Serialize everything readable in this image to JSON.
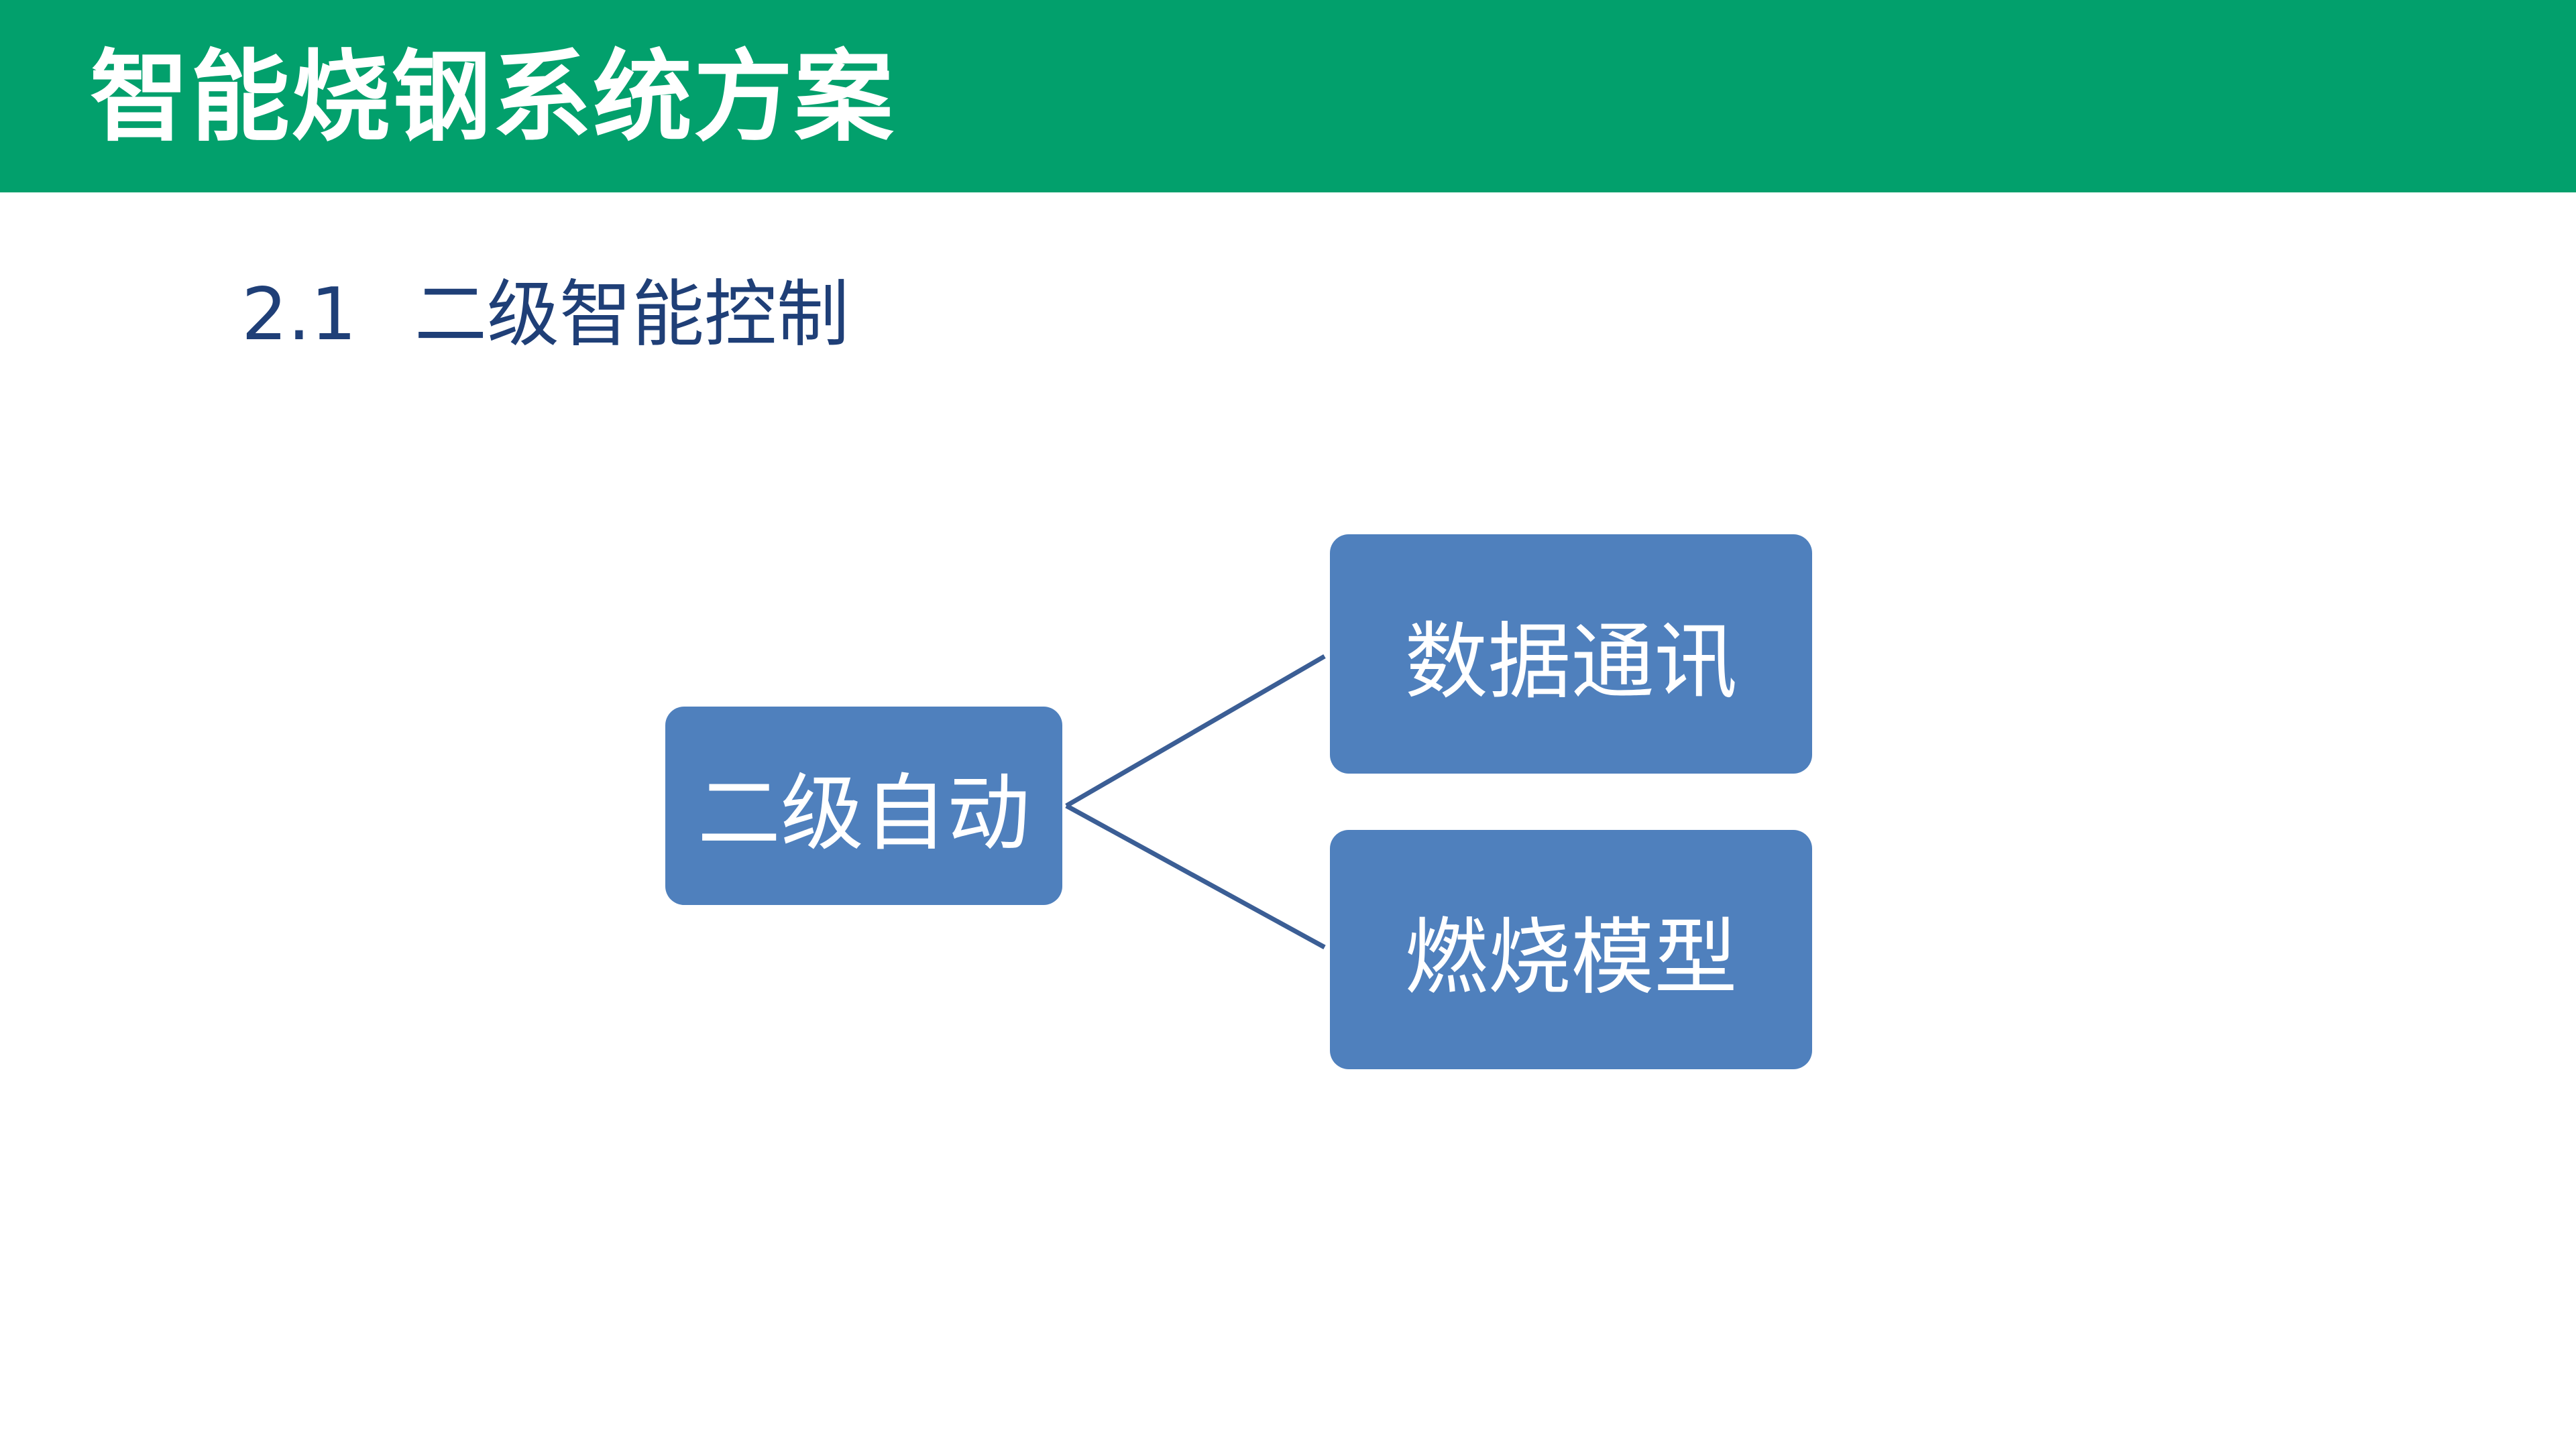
{
  "header": {
    "title": "智能烧钢系统方案",
    "background_color": "#02a06c",
    "text_color": "#ffffff"
  },
  "section": {
    "number": "2.1",
    "title": "二级智能控制",
    "text_color": "#1f3f77"
  },
  "diagram": {
    "type": "tree",
    "node_color": "#4f80bd",
    "connector_color": "#3b5e95",
    "root": {
      "label": "二级自动"
    },
    "children": [
      {
        "label": "数据通讯"
      },
      {
        "label": "燃烧模型"
      }
    ]
  }
}
